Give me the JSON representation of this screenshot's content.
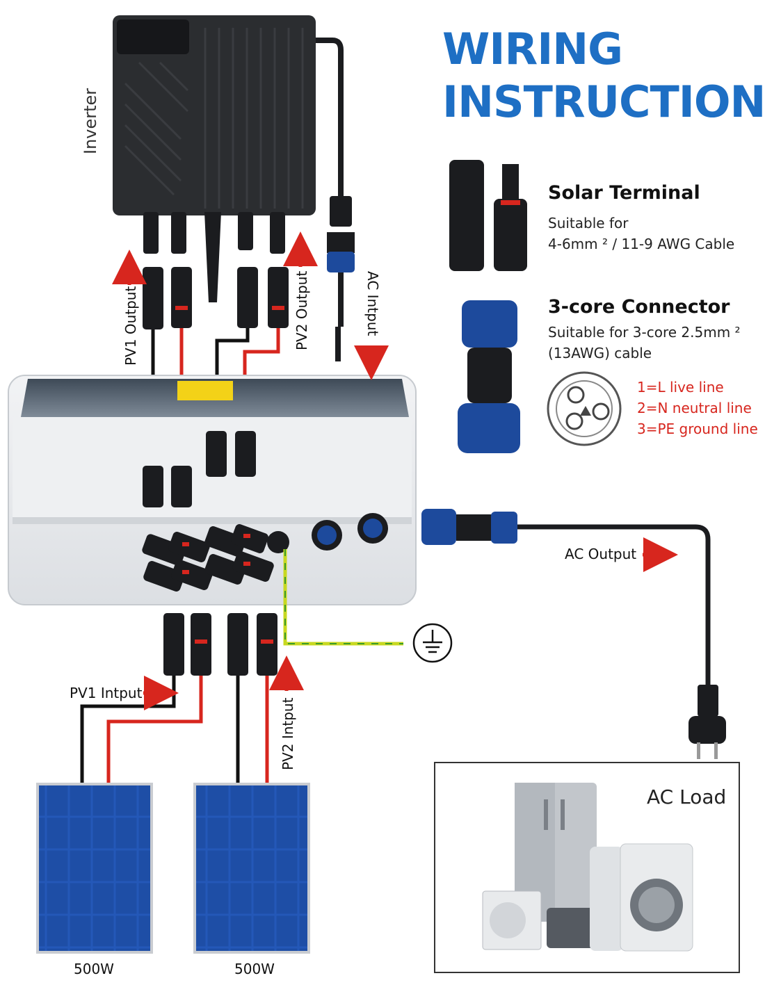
{
  "title": {
    "line1": "WIRING",
    "line2": "INSTRUCTIONS"
  },
  "solar_terminal": {
    "heading": "Solar Terminal",
    "line1": "Suitable for",
    "line2": "4-6mm ² / 11-9 AWG Cable"
  },
  "core_connector": {
    "heading": "3-core Connector",
    "line1": "Suitable for 3-core 2.5mm ²",
    "line2": "(13AWG) cable",
    "pins": [
      "1=L live line",
      "2=N neutral line",
      "3=PE ground line"
    ]
  },
  "labels": {
    "inverter": "Inverter",
    "pv1_output": "PV1 Output",
    "pv2_output": "PV2 Output",
    "ac_input": "AC Intput",
    "ac_output": "AC Output",
    "pv1_input": "PV1 Intput",
    "pv2_input": "PV2 Intput",
    "ac_load": "AC Load",
    "panel1_power": "500W",
    "panel2_power": "500W"
  },
  "colors": {
    "title_blue": "#1e6fc4",
    "arrow_red": "#d7261e",
    "wire_red": "#d7261e",
    "wire_black": "#111111",
    "ground_wire": "#c8d820",
    "panel_blue": "#1f4fa8",
    "connector_blue": "#1d4a9c"
  }
}
